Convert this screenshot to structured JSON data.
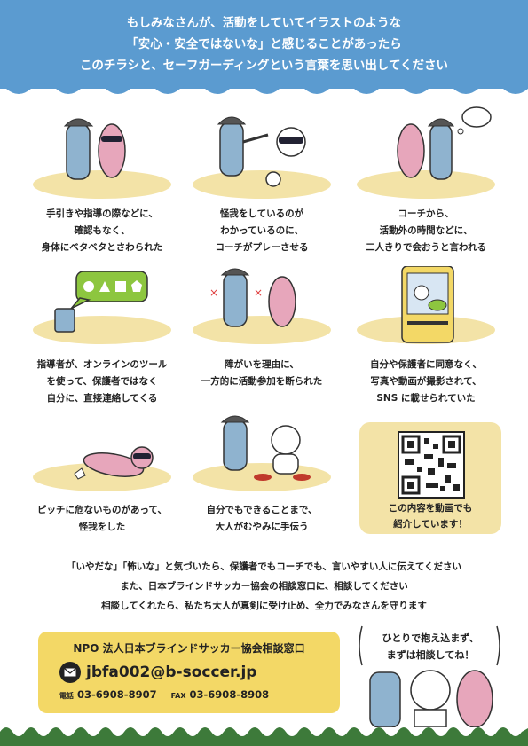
{
  "header": {
    "line1": "もしみなさんが、活動をしていてイラストのような",
    "line2": "「安心・安全ではないな」と感じることがあったら",
    "line3": "このチラシと、セーフガーディングという言葉を思い出してください"
  },
  "cases": [
    {
      "lines": [
        "手引きや指導の際などに、",
        "確認もなく、",
        "身体にベタベタとさわられた"
      ]
    },
    {
      "lines": [
        "怪我をしているのが",
        "わかっているのに、",
        "コーチがプレーさせる"
      ]
    },
    {
      "lines": [
        "コーチから、",
        "活動外の時間などに、",
        "二人きりで会おうと言われる"
      ]
    },
    {
      "lines": [
        "指導者が、オンラインのツール",
        "を使って、保護者ではなく",
        "自分に、直接連絡してくる"
      ]
    },
    {
      "lines": [
        "障がいを理由に、",
        "一方的に活動参加を断られた"
      ]
    },
    {
      "lines": [
        "自分や保護者に同意なく、",
        "写真や動画が撮影されて、",
        "SNS に載せられていた"
      ]
    },
    {
      "lines": [
        "ピッチに危ないものがあって、",
        "怪我をした"
      ]
    },
    {
      "lines": [
        "自分でもできることまで、",
        "大人がむやみに手伝う"
      ]
    }
  ],
  "qr_box": {
    "line1": "この内容を動画でも",
    "line2": "紹介しています！"
  },
  "message": {
    "line1": "「いやだな」「怖いな」と気づいたら、保護者でもコーチでも、言いやすい人に伝えてください",
    "line2": "また、日本ブラインドサッカー協会の相談窓口に、相談してください",
    "line3": "相談してくれたら、私たち大人が真剣に受け止め、全力でみなさんを守ります"
  },
  "contact": {
    "title": "NPO 法人日本ブラインドサッカー協会相談窓口",
    "email": "jbfa002@b-soccer.jp",
    "phone_label": "電話",
    "phone": "03-6908-8907",
    "fax_label": "FAX",
    "fax": "03-6908-8908"
  },
  "bubble": {
    "line1": "ひとりで抱え込まず、",
    "line2": "まずは相談してね！"
  },
  "colors": {
    "header_blue": "#5b9bd0",
    "yellow": "#f3d866",
    "pale_yellow": "#f3e3a7",
    "figure_blue": "#8fb3cf",
    "figure_pink": "#e7a6bb",
    "footer_green": "#3d7a3a"
  }
}
